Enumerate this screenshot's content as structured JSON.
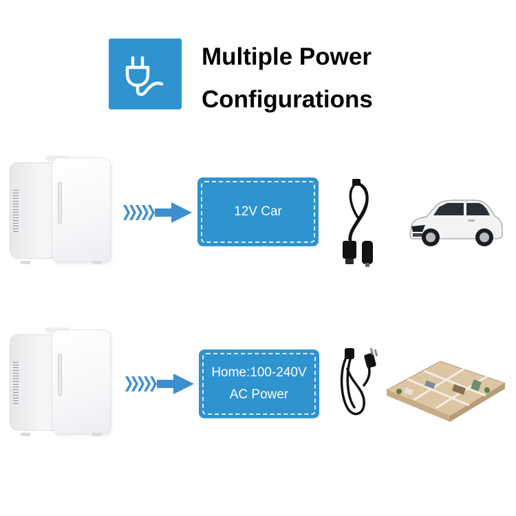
{
  "header": {
    "icon": "plug-icon",
    "title_line1": "Multiple Power",
    "title_line2": "Configurations"
  },
  "rows": [
    {
      "label_lines": [
        "12V Car"
      ],
      "cable_icon": "car-charger-cable-icon",
      "destination_icon": "car-icon"
    },
    {
      "label_lines": [
        "Home:100-240V",
        "AC Power"
      ],
      "cable_icon": "ac-power-cord-icon",
      "destination_icon": "house-floorplan-icon"
    }
  ],
  "colors": {
    "accent": "#2e93cf",
    "arrow": "#3e8fd0",
    "text": "#000000"
  }
}
